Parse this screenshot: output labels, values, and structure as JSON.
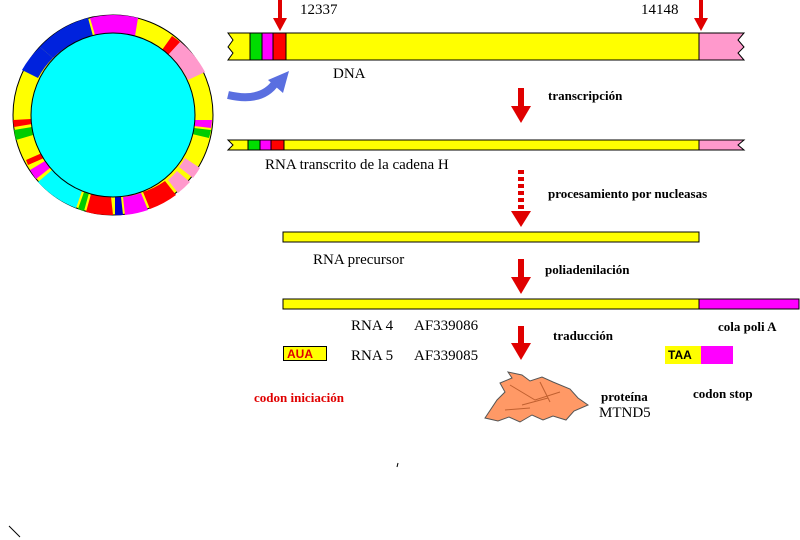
{
  "colors": {
    "gene": "#ffff00",
    "poly_a": "#ff00ff",
    "noncoding": "#ff99cc",
    "arrow": "#e00000",
    "mtdna_inner": "#00ffff",
    "protein": "#ff9966",
    "curved_arrow": "#5a6fe0"
  },
  "positions": {
    "start": "12337",
    "end": "14148"
  },
  "labels": {
    "dna": "DNA",
    "transcript": "RNA transcrito de la cadena H",
    "precursor": "RNA precursor",
    "rna4": "RNA 4",
    "rna4_acc": "AF339086",
    "rna5": "RNA 5",
    "rna5_acc": "AF339085",
    "polyA": "cola poli A",
    "start_codon": "AUA",
    "stop_codon": "TAA",
    "start_codon_label": "codon iniciación",
    "stop_codon_label": "codon stop",
    "protein_line1": "proteína",
    "protein_line2": "MTND5"
  },
  "steps": {
    "transcription": "transcripción",
    "processing": "procesamiento por nucleasas",
    "polyadenylation": "poliadenilación",
    "translation": "traducción"
  },
  "icons": [
    "circular-mtdna-map",
    "curved-arrow-icon",
    "down-arrow-icon",
    "protein-shape-icon"
  ]
}
